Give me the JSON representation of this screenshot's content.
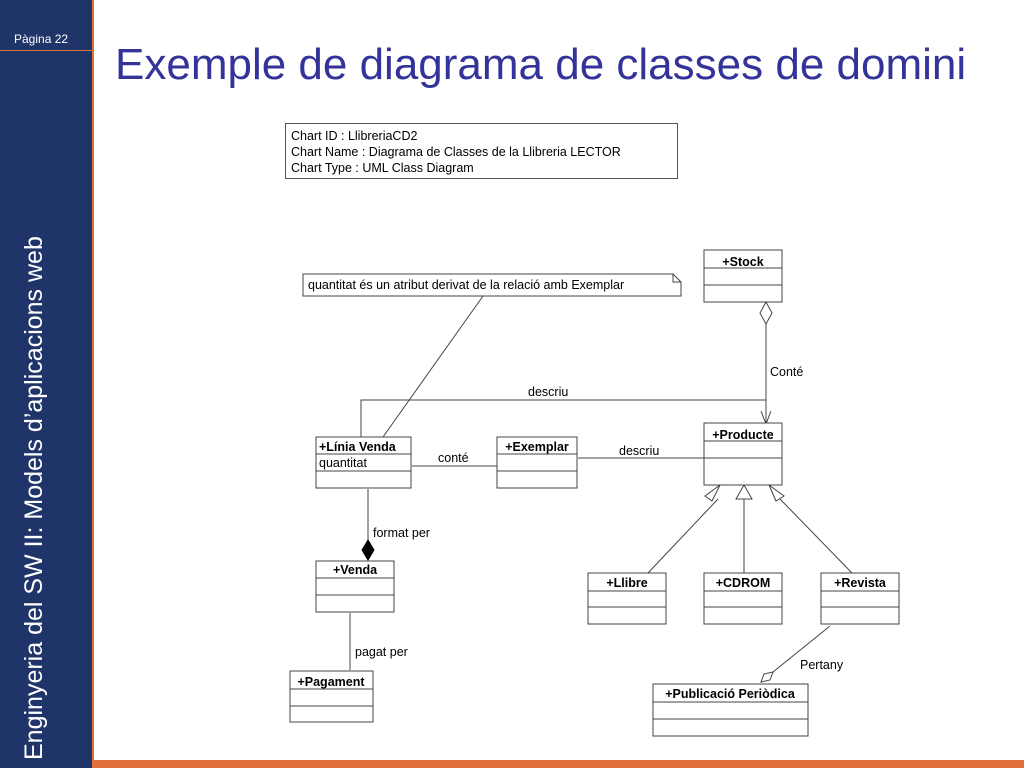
{
  "page": {
    "label": "Pàgina 22"
  },
  "course_title": "Enginyeria del SW II: Models d’aplicacions web",
  "title": "Exemple de diagrama de classes de domini",
  "chart_info": {
    "id_line": "Chart ID : LlibreriaCD2",
    "name_line": "Chart Name : Diagrama de Classes de la Llibreria LECTOR",
    "type_line": "Chart Type : UML Class Diagram"
  },
  "note": "quantitat és un atribut derivat de la relació amb Exemplar",
  "classes": {
    "stock": "+Stock",
    "producte": "+Producte",
    "linia_venda": "+Línia Venda",
    "linia_venda_attr": "quantitat",
    "exemplar": "+Exemplar",
    "venda": "+Venda",
    "pagament": "+Pagament",
    "llibre": "+Llibre",
    "cdrom": "+CDROM",
    "revista": "+Revista",
    "publicacio": "+Publicació Periòdica"
  },
  "relations": {
    "conte_stock": "Conté",
    "descriu_top": "descriu",
    "conte_exemplar": "conté",
    "descriu_exemplar": "descriu",
    "format_per": "format per",
    "pagat_per": "pagat per",
    "pertany": "Pertany"
  },
  "colors": {
    "sidebar": "#1f3569",
    "accent": "#e0703a",
    "title": "#333399"
  }
}
